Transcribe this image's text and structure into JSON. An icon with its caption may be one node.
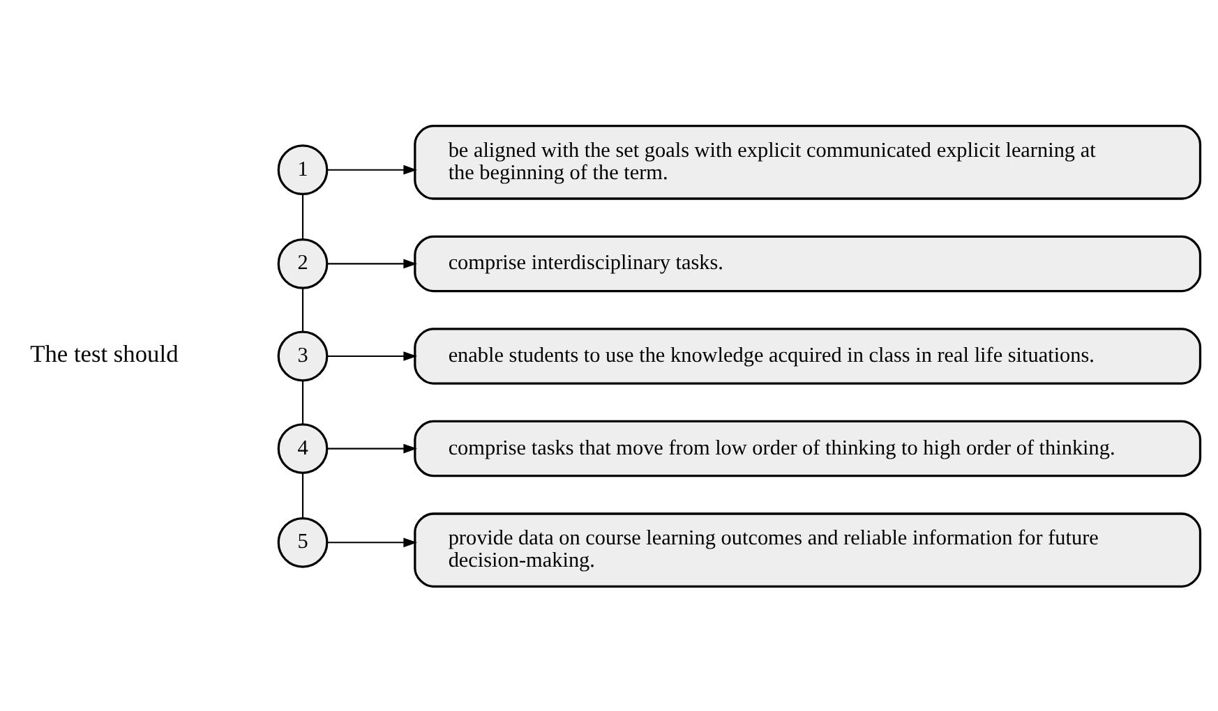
{
  "diagram": {
    "nodes": [
      {
        "text": [
          "1"
        ]
      },
      {
        "text": [
          "2"
        ]
      },
      {
        "text": [
          "3"
        ]
      },
      {
        "text": [
          "4"
        ]
      },
      {
        "text": [
          "5"
        ]
      },
      {
        "text": [
          "be aligned with the set goals with explicit communicated explicit learning at the beginning of the term."
        ]
      },
      {
        "text": [
          "comprise interdisciplinary tasks."
        ]
      },
      {
        "text": [
          "enable students to use the knowledge acquired in class in real life situations."
        ]
      },
      {
        "text": [
          "comprise tasks that move from low order of thinking to high order of thinking."
        ]
      },
      {
        "text": [
          "provide data on course learning outcomes and reliable information for future decision-making."
        ]
      }
    ],
    "edges": [
      {
        "from": 0,
        "to": 1,
        "arrow": "none"
      },
      {
        "from": 1,
        "to": 2,
        "arrow": "none"
      },
      {
        "from": 2,
        "to": 3,
        "arrow": "none"
      },
      {
        "from": 3,
        "to": 4,
        "arrow": "none"
      },
      {
        "from": 0,
        "to": 5,
        "arrow": "to"
      },
      {
        "from": 1,
        "to": 6,
        "arrow": "to"
      },
      {
        "from": 2,
        "to": 7,
        "arrow": "to"
      },
      {
        "from": 3,
        "to": 8,
        "arrow": "to"
      },
      {
        "from": 4,
        "to": 9,
        "arrow": "to"
      }
    ],
    "labels": [
      "The test should"
    ]
  }
}
